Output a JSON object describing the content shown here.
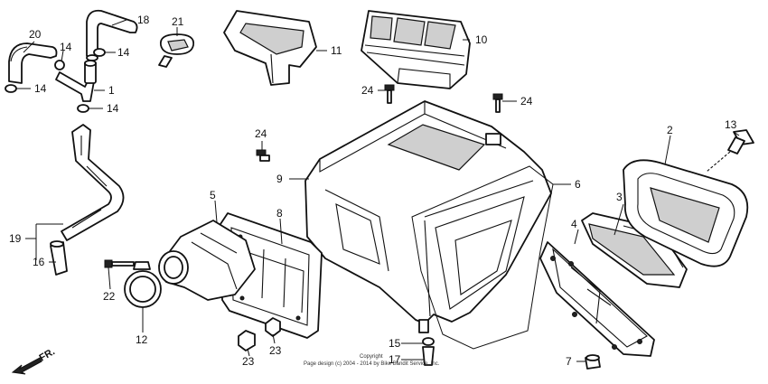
{
  "diagram": {
    "callouts": [
      {
        "id": "c20",
        "text": "20"
      },
      {
        "id": "c18",
        "text": "18"
      },
      {
        "id": "c14a",
        "text": "14"
      },
      {
        "id": "c14b",
        "text": "14"
      },
      {
        "id": "c14c",
        "text": "14"
      },
      {
        "id": "c14d",
        "text": "14"
      },
      {
        "id": "c1",
        "text": "1"
      },
      {
        "id": "c21",
        "text": "21"
      },
      {
        "id": "c11",
        "text": "11"
      },
      {
        "id": "c10",
        "text": "10"
      },
      {
        "id": "c24a",
        "text": "24"
      },
      {
        "id": "c24b",
        "text": "24"
      },
      {
        "id": "c24c",
        "text": "24"
      },
      {
        "id": "c13",
        "text": "13"
      },
      {
        "id": "c2",
        "text": "2"
      },
      {
        "id": "c9",
        "text": "9"
      },
      {
        "id": "c6",
        "text": "6"
      },
      {
        "id": "c3",
        "text": "3"
      },
      {
        "id": "c4",
        "text": "4"
      },
      {
        "id": "c5",
        "text": "5"
      },
      {
        "id": "c8",
        "text": "8"
      },
      {
        "id": "c19",
        "text": "19"
      },
      {
        "id": "c16",
        "text": "16"
      },
      {
        "id": "c22",
        "text": "22"
      },
      {
        "id": "c12",
        "text": "12"
      },
      {
        "id": "c23a",
        "text": "23"
      },
      {
        "id": "c23b",
        "text": "23"
      },
      {
        "id": "c15",
        "text": "15"
      },
      {
        "id": "c17",
        "text": "17"
      },
      {
        "id": "c7",
        "text": "7"
      }
    ],
    "direction_label": "FR.",
    "copyright_line1": "Copyright",
    "copyright_line2": "Page design (c) 2004 - 2014 by Bike Bandit Service, Inc."
  }
}
